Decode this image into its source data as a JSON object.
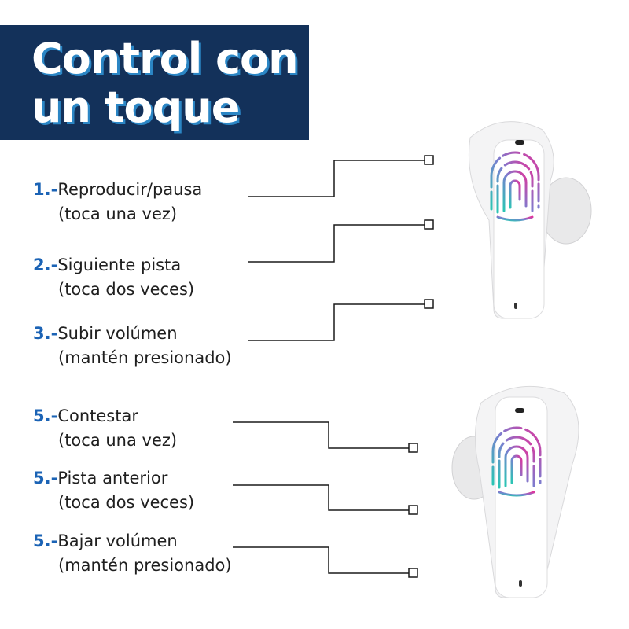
{
  "title": {
    "line1": "Control con",
    "line2": "un toque"
  },
  "controls": [
    {
      "number": "1.-",
      "action": "Reproducir/pausa",
      "detail": "(toca una vez)"
    },
    {
      "number": "2.-",
      "action": "Siguiente pista",
      "detail": "(toca dos veces)"
    },
    {
      "number": "3.-",
      "action": "Subir volúmen",
      "detail": "(mantén presionado)"
    },
    {
      "number": "5.-",
      "action": "Contestar",
      "detail": "(toca una vez)"
    },
    {
      "number": "5.-",
      "action": "Pista anterior",
      "detail": "(toca dos veces)"
    },
    {
      "number": "5.-",
      "action": "Bajar volúmen",
      "detail": "(mantén presionado)"
    }
  ],
  "colors": {
    "banner": "#13315a",
    "title_shadow": "#2b86c5",
    "number": "#1b63b5",
    "fingerprint_a": "#2bc5b4",
    "fingerprint_b": "#e0339c"
  },
  "icons": [
    "earbud-right-icon",
    "earbud-left-icon",
    "fingerprint-icon"
  ]
}
